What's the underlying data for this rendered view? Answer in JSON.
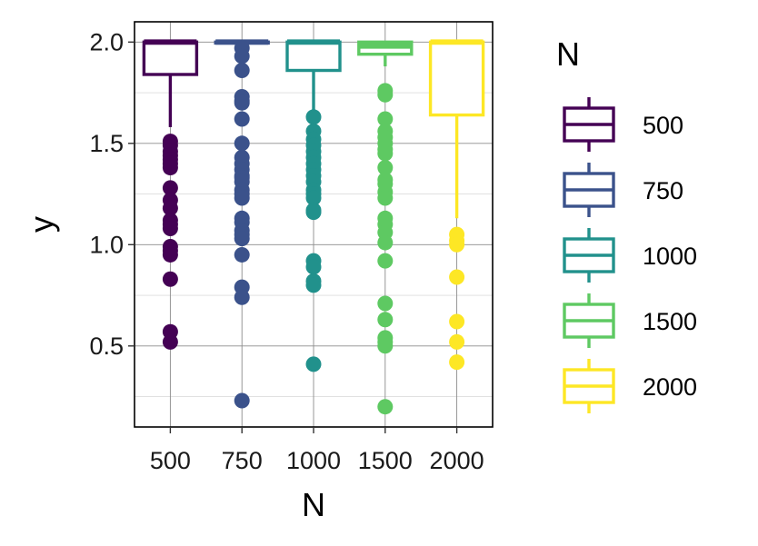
{
  "chart_data": {
    "type": "boxplot",
    "title": "",
    "xlabel": "N",
    "ylabel": "y",
    "categories": [
      "500",
      "750",
      "1000",
      "1500",
      "2000"
    ],
    "yticks": [
      "0.5",
      "1.0",
      "1.5",
      "2.0"
    ],
    "ylim": [
      0.1,
      2.1
    ],
    "grid": true,
    "legend": {
      "title": "N",
      "position": "right"
    },
    "colors": [
      "#440154",
      "#3b528b",
      "#21918c",
      "#5ec962",
      "#fde725"
    ],
    "series": [
      {
        "name": "500",
        "box": {
          "q1": 1.84,
          "median": 2.0,
          "q3": 2.0,
          "whisker_low": 1.58,
          "whisker_high": 2.0
        },
        "outliers": [
          1.51,
          1.49,
          1.46,
          1.44,
          1.42,
          1.4,
          1.38,
          1.28,
          1.22,
          1.18,
          1.12,
          1.1,
          1.08,
          0.99,
          0.97,
          0.95,
          0.83,
          0.57,
          0.52
        ]
      },
      {
        "name": "750",
        "box": {
          "q1": 1.995,
          "median": 2.0,
          "q3": 2.0,
          "whisker_low": 1.99,
          "whisker_high": 2.0
        },
        "outliers": [
          1.97,
          1.93,
          1.86,
          1.73,
          1.71,
          1.7,
          1.62,
          1.5,
          1.43,
          1.4,
          1.37,
          1.34,
          1.33,
          1.31,
          1.27,
          1.25,
          1.23,
          1.13,
          1.11,
          1.07,
          1.05,
          1.03,
          0.95,
          0.79,
          0.74,
          0.23
        ]
      },
      {
        "name": "1000",
        "box": {
          "q1": 1.86,
          "median": 2.0,
          "q3": 2.0,
          "whisker_low": 1.66,
          "whisker_high": 2.0
        },
        "outliers": [
          1.63,
          1.56,
          1.52,
          1.49,
          1.46,
          1.43,
          1.4,
          1.37,
          1.34,
          1.31,
          1.27,
          1.25,
          1.23,
          1.17,
          1.16,
          0.92,
          0.89,
          0.82,
          0.8,
          0.41
        ]
      },
      {
        "name": "1500",
        "box": {
          "q1": 1.94,
          "median": 1.98,
          "q3": 2.0,
          "whisker_low": 1.88,
          "whisker_high": 2.0
        },
        "outliers": [
          1.76,
          1.74,
          1.62,
          1.56,
          1.53,
          1.5,
          1.47,
          1.45,
          1.38,
          1.32,
          1.3,
          1.26,
          1.23,
          1.13,
          1.1,
          1.06,
          1.01,
          0.92,
          0.71,
          0.63,
          0.54,
          0.52,
          0.5,
          0.2
        ]
      },
      {
        "name": "2000",
        "box": {
          "q1": 1.64,
          "median": 2.0,
          "q3": 2.0,
          "whisker_low": 1.13,
          "whisker_high": 2.0
        },
        "outliers": [
          1.05,
          1.02,
          1.0,
          0.84,
          0.62,
          0.52,
          0.42
        ]
      }
    ]
  }
}
